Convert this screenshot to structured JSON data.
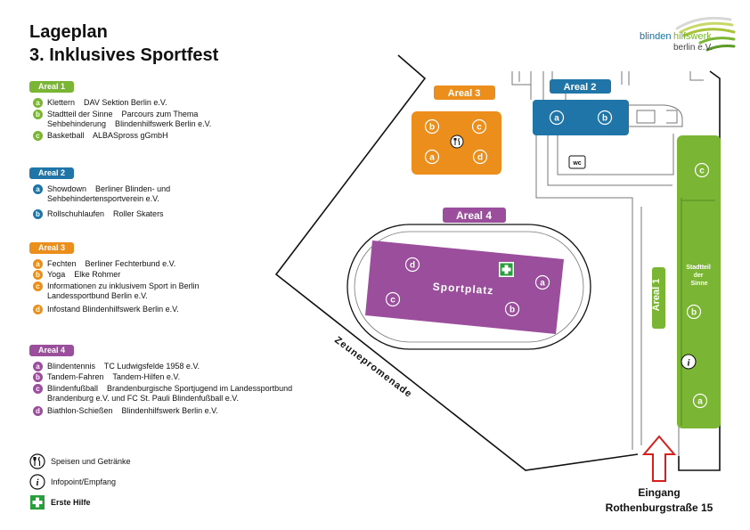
{
  "title_line1": "Lageplan",
  "title_line2": "3. Inklusives Sportfest",
  "logo": {
    "word1": "blinden",
    "word2": "hilfswerk",
    "word3": "berlin e.V."
  },
  "colors": {
    "areal1": "#7ab533",
    "areal2": "#1f75a8",
    "areal3": "#ec8e1c",
    "areal4": "#9a4e9c",
    "firstaid": "#2a9d3c"
  },
  "legend": [
    {
      "label": "Areal 1",
      "color_key": "areal1",
      "items": [
        {
          "badge": "a",
          "text": "Klettern    DAV Sektion Berlin e.V."
        },
        {
          "badge": "b",
          "text": "Stadtteil der Sinne    Parcours zum Thema\nSehbehinderung    Blindenhilfswerk Berlin e.V."
        },
        {
          "badge": "c",
          "text": "Basketball    ALBASpross gGmbH"
        }
      ]
    },
    {
      "label": "Areal 2",
      "color_key": "areal2",
      "items": [
        {
          "badge": "a",
          "text": "Showdown    Berliner Blinden- und\nSehbehindertensportverein e.V."
        },
        {
          "badge": "b",
          "text": "Rollschuhlaufen    Roller Skaters"
        }
      ]
    },
    {
      "label": "Areal 3",
      "color_key": "areal3",
      "items": [
        {
          "badge": "a",
          "text": "Fechten    Berliner Fechterbund e.V."
        },
        {
          "badge": "b",
          "text": "Yoga    Elke Rohmer"
        },
        {
          "badge": "c",
          "text": "Informationen zu inklusivem Sport in Berlin\nLandessportbund Berlin e.V."
        },
        {
          "badge": "d",
          "text": "Infostand Blindenhilfswerk Berlin e.V."
        }
      ]
    },
    {
      "label": "Areal 4",
      "color_key": "areal4",
      "items": [
        {
          "badge": "a",
          "text": "Blindentennis    TC Ludwigsfelde 1958 e.V."
        },
        {
          "badge": "b",
          "text": "Tandem-Fahren    Tandem-Hilfen e.V."
        },
        {
          "badge": "c",
          "text": "Blindenfußball    Brandenburgische Sportjugend im Landessportbund\nBrandenburg e.V. und FC St. Pauli Blindenfußball e.V."
        },
        {
          "badge": "d",
          "text": "Biathlon-Schießen    Blindenhilfswerk Berlin e.V."
        }
      ]
    }
  ],
  "symbols": [
    {
      "icon": "fork-knife-icon",
      "text": "Speisen und Getränke"
    },
    {
      "icon": "info-icon",
      "text": "Infopoint/Empfang"
    },
    {
      "icon": "first-aid-icon",
      "text": "Erste Hilfe"
    }
  ],
  "map": {
    "areal1": {
      "label": "Areal 1",
      "zone_label": "Stadtteil\nder\nSinne",
      "badges": [
        "a",
        "b",
        "c"
      ]
    },
    "areal2": {
      "label": "Areal 2",
      "badges": [
        "a",
        "b"
      ],
      "wc": "wc"
    },
    "areal3": {
      "label": "Areal 3",
      "badges": [
        "a",
        "b",
        "c",
        "d"
      ]
    },
    "areal4": {
      "label": "Areal 4",
      "field_label": "Sportplatz",
      "badges": [
        "a",
        "b",
        "c",
        "d"
      ]
    },
    "street": "Zeunepromenade",
    "info_symbol": "i"
  },
  "entrance": {
    "line1": "Eingang",
    "line2": "Rothenburgstraße 15"
  }
}
